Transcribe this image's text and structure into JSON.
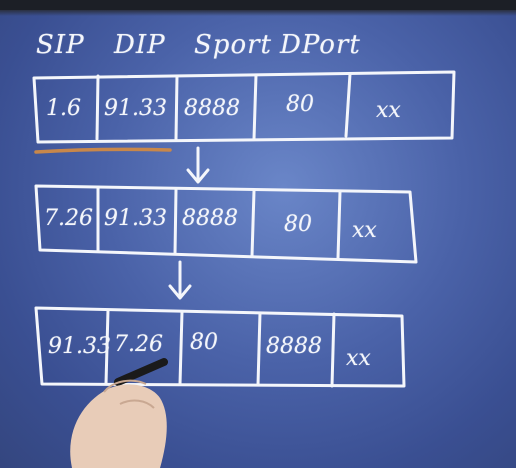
{
  "headers": [
    "SIP",
    "DIP",
    "Sport",
    "DPort"
  ],
  "rows": [
    [
      "1.6",
      "91.33",
      "8888",
      "80",
      "xx"
    ],
    [
      "7.26",
      "91.33",
      "8888",
      "80",
      "xx"
    ],
    [
      "91.33",
      "7.26",
      "80",
      "8888",
      "xx"
    ]
  ],
  "colors": {
    "board": "#4a62a8",
    "marker": "#f4f6fb",
    "underline": "#c8874a",
    "skin": "#e8ccb8"
  }
}
